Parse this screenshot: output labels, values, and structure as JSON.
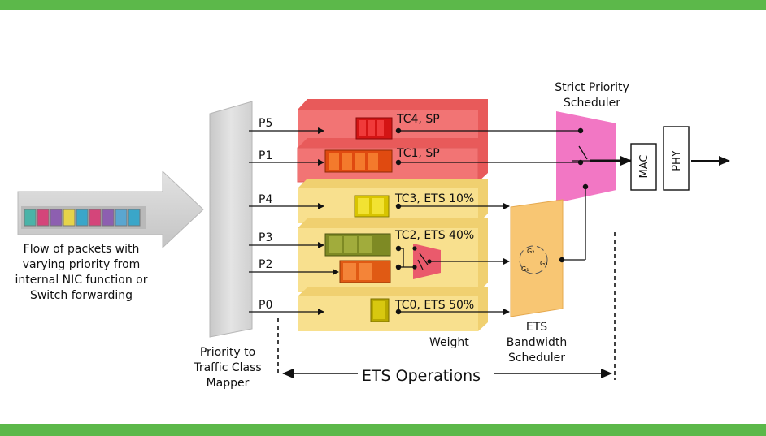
{
  "colors": {
    "bar": "#5cb84a",
    "sp_queue": "#f06a6a",
    "ets_queue": "#f7dd82",
    "sp_scheduler": "#f277c4",
    "ets_scheduler": "#f8c673",
    "mapper": "#d3d3d3"
  },
  "source": {
    "caption_lines": [
      "Flow of packets with",
      "varying priority from",
      "internal NIC function or",
      "Switch forwarding"
    ],
    "packet_colors": [
      "#4ab3a8",
      "#d4457a",
      "#8d5fb0",
      "#e6d34a",
      "#3aa6c9",
      "#d4457a",
      "#8d5fb0",
      "#5aa6d0",
      "#3aa6c9"
    ]
  },
  "mapper": {
    "caption_lines": [
      "Priority to",
      "Traffic Class",
      "Mapper"
    ]
  },
  "priorities": [
    "P5",
    "P1",
    "P4",
    "P3",
    "P2",
    "P0"
  ],
  "traffic_classes": [
    {
      "label": "TC4, SP"
    },
    {
      "label": "TC1, SP"
    },
    {
      "label": "TC3, ETS 10%"
    },
    {
      "label": "TC2, ETS 40%"
    },
    {
      "label": "TC0, ETS 50%"
    }
  ],
  "weight_label": "Weight",
  "strict_scheduler": {
    "caption_lines": [
      "Strict Priority",
      "Scheduler"
    ]
  },
  "ets_scheduler": {
    "caption_lines": [
      "ETS",
      "Bandwidth",
      "Scheduler"
    ],
    "glyphs": [
      "G₂",
      "G₃",
      "G₁"
    ]
  },
  "mac_label": "MAC",
  "phy_label": "PHY",
  "ets_operations_label": "ETS Operations"
}
